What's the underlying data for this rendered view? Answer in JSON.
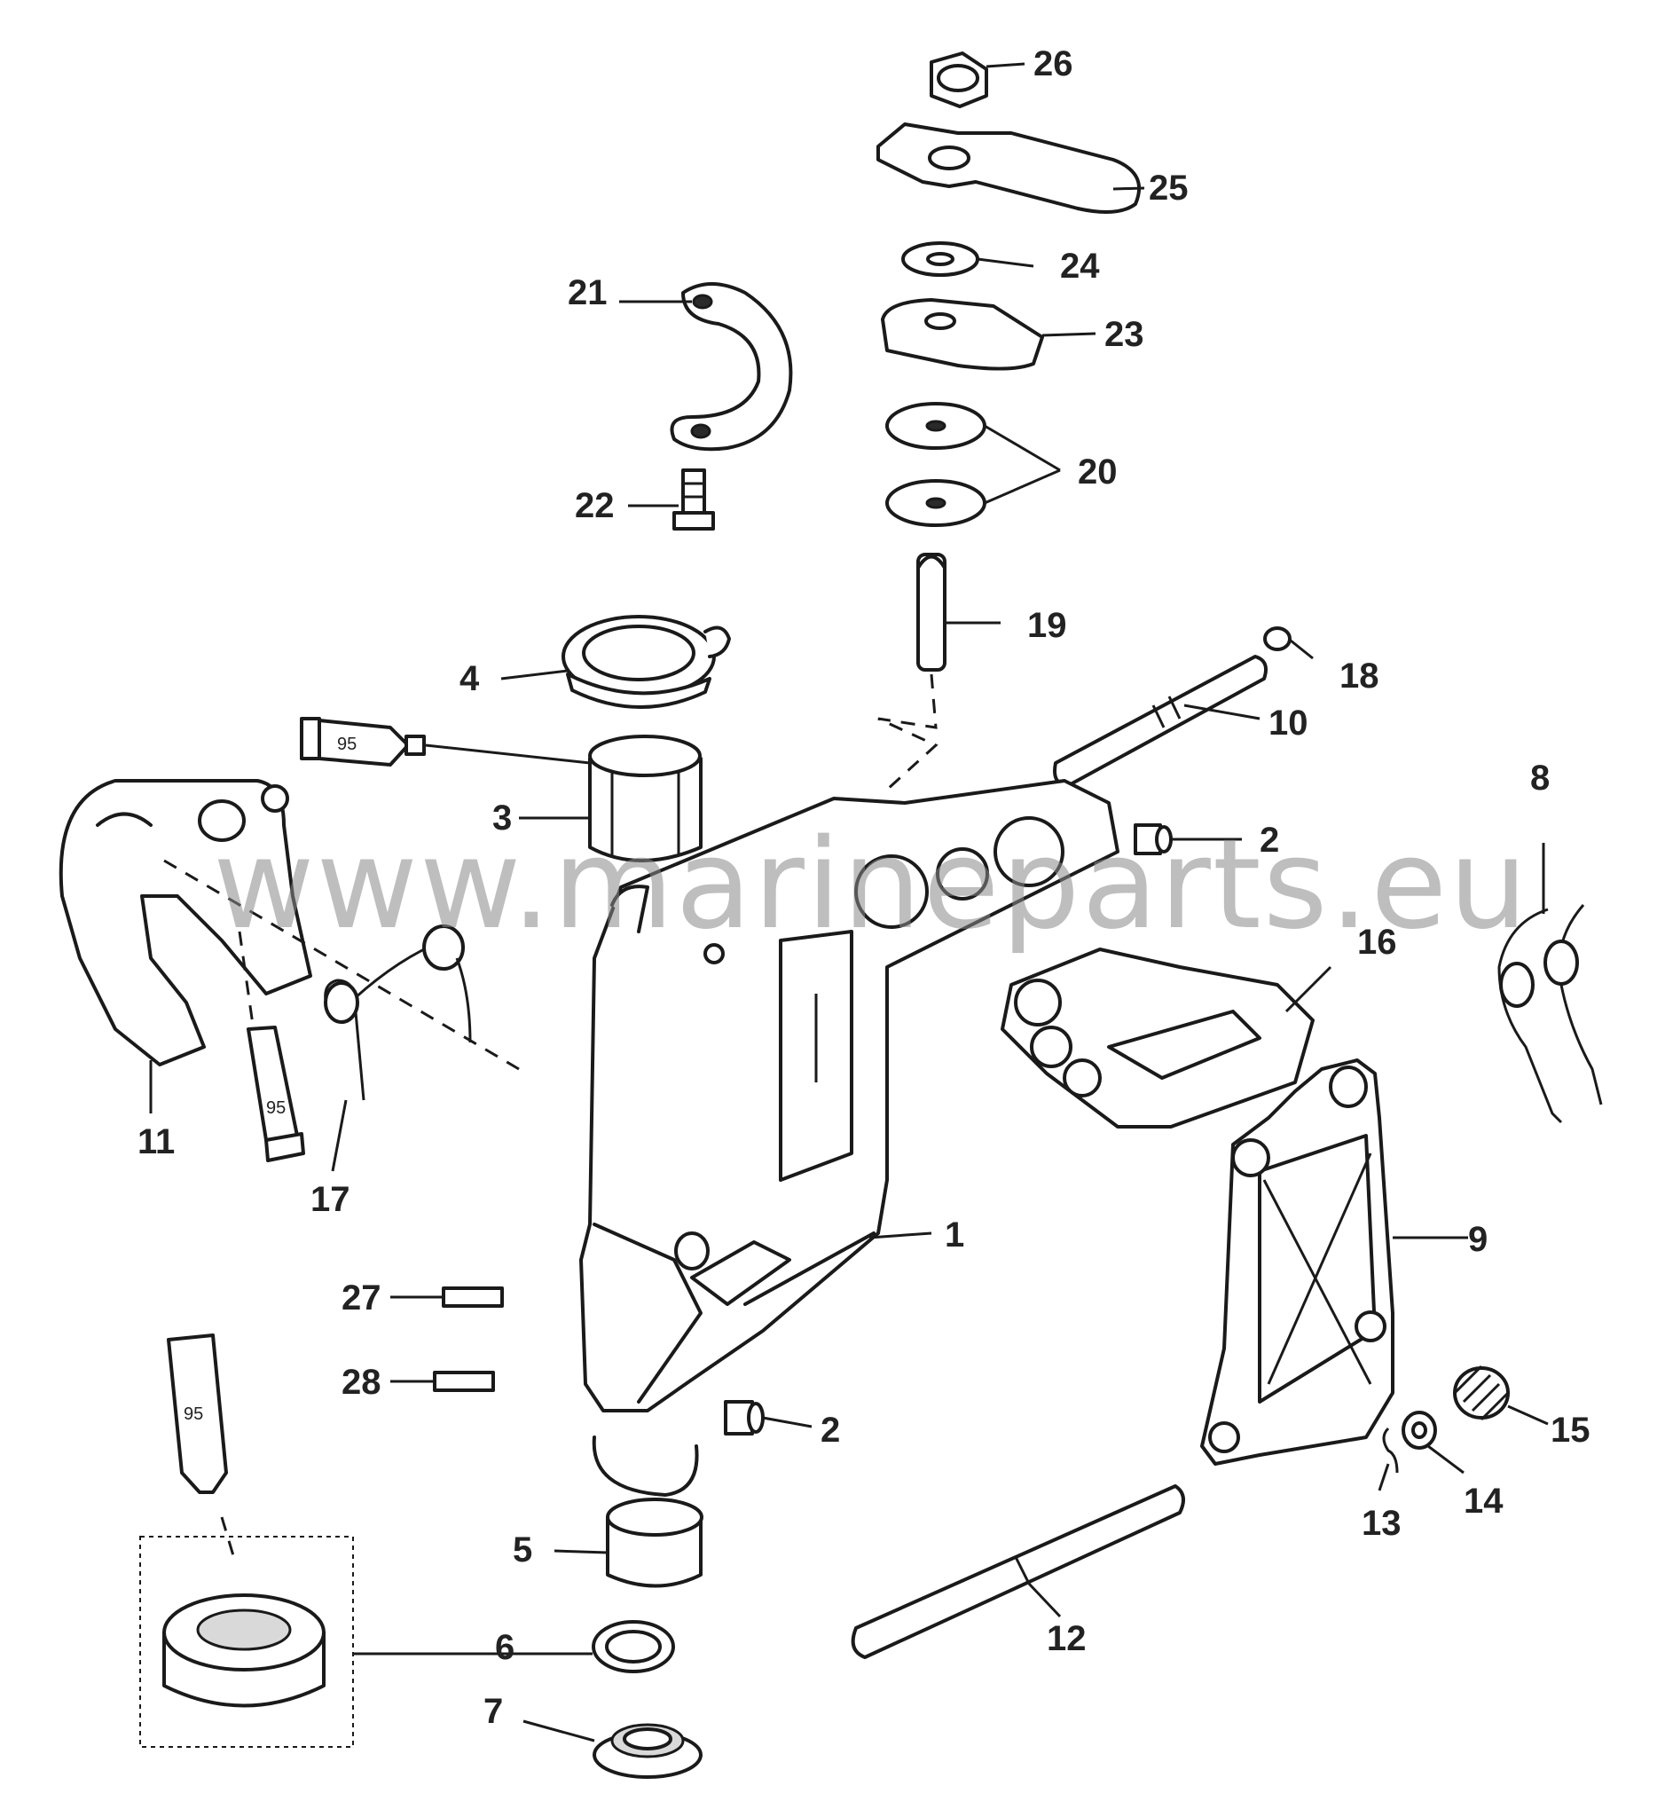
{
  "watermark": "www.marineparts.eu",
  "sealant_label": "95",
  "callouts": {
    "c1": "1",
    "c2a": "2",
    "c2b": "2",
    "c3": "3",
    "c4": "4",
    "c5": "5",
    "c6": "6",
    "c7": "7",
    "c8": "8",
    "c9": "9",
    "c10": "10",
    "c11": "11",
    "c12": "12",
    "c13": "13",
    "c14": "14",
    "c15": "15",
    "c16": "16",
    "c17": "17",
    "c18": "18",
    "c19": "19",
    "c20": "20",
    "c21": "21",
    "c22": "22",
    "c23": "23",
    "c24": "24",
    "c25": "25",
    "c26": "26",
    "c27": "27",
    "c28": "28"
  }
}
